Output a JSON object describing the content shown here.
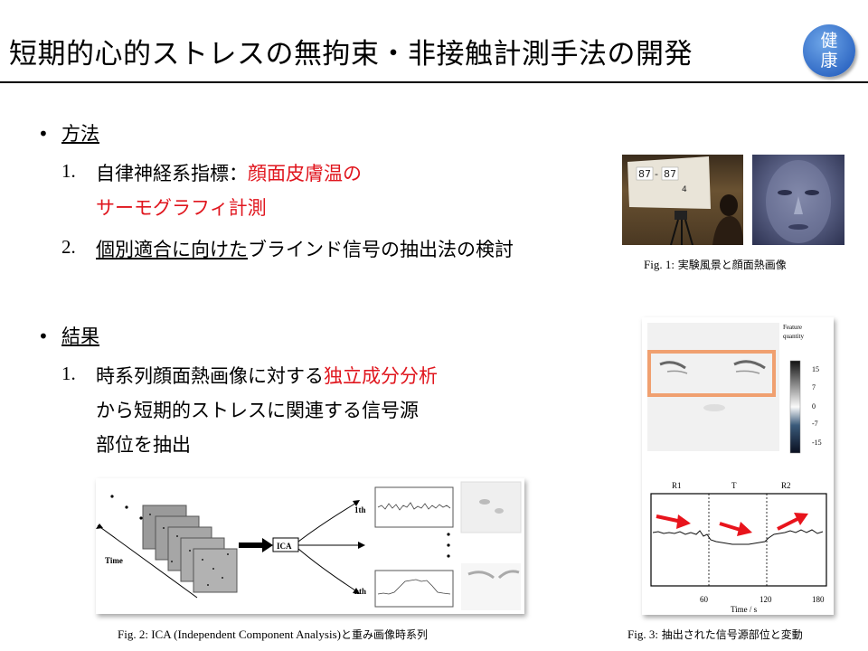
{
  "title": "短期的心的ストレスの無拘束・非接触計測手法の開発",
  "badge": {
    "line1": "健",
    "line2": "康"
  },
  "methods": {
    "heading": "方法",
    "item1_num": "1.",
    "item1_prefix": "自律神経系指標：",
    "item1_red_line1": "顔面皮膚温の",
    "item1_red_line2": "サーモグラフィ計測",
    "item2_num": "2.",
    "item2_underlined": "個別適合に向けた",
    "item2_rest": "ブラインド信号の抽出法の検討"
  },
  "results": {
    "heading": "結果",
    "item1_num": "1.",
    "line1_prefix": "時系列顔面熱画像に対する",
    "line1_red": "独立成分分析",
    "line2": "から短期的ストレスに関連する信号源",
    "line3": "部位を抽出"
  },
  "fig1": {
    "caption_prefix": "Fig. 1:",
    "caption_text": " 実験風景と顔面熱画像",
    "screen_num1": "87",
    "screen_sep": "-",
    "screen_num2": "87",
    "screen_num3": "4"
  },
  "fig2": {
    "caption_prefix": "Fig. 2: ICA (Independent  Component  Analysis)",
    "caption_text": "と重み画像時系列",
    "time_label": "Time",
    "ica_label": "ICA",
    "first_label": "1th",
    "nth_label": "nth"
  },
  "fig3": {
    "caption_prefix": "Fig. 3:",
    "caption_text": " 抽出された信号源部位と変動",
    "colorbar_title_line1": "Feature",
    "colorbar_title_line2": "quantity",
    "colorbar_ticks": [
      "15",
      "7",
      "0",
      "-7",
      "-15"
    ],
    "phase_labels": [
      "R1",
      "T",
      "R2"
    ],
    "x_ticks": [
      "60",
      "120",
      "180"
    ],
    "x_label": "Time / s"
  },
  "colors": {
    "accent_red": "#e0161e",
    "badge_blue": "#3a78d0",
    "highlight_orange": "#f0a070",
    "arrow_red": "#e8141c"
  }
}
